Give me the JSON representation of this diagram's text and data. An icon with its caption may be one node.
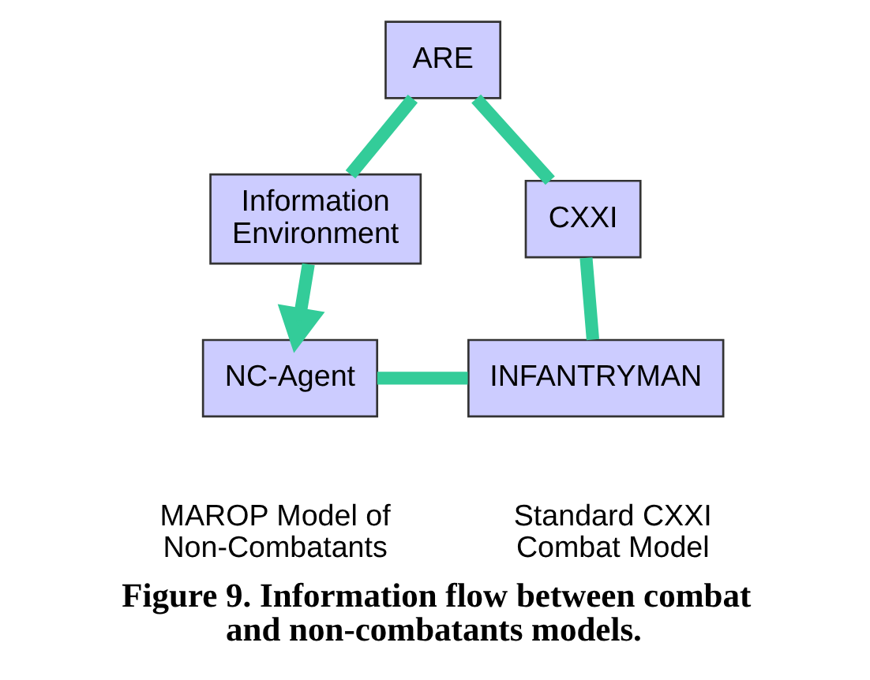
{
  "diagram": {
    "caption": "Figure 9. Information flow between combat and non-combatants models.",
    "nodes": [
      {
        "text": [
          "ARE"
        ]
      },
      {
        "text": [
          "Information Environment"
        ]
      },
      {
        "text": [
          "CXXI"
        ]
      },
      {
        "text": [
          "NC-Agent"
        ]
      },
      {
        "text": [
          "INFANTRYMAN"
        ]
      }
    ],
    "edges": [
      {
        "from": 3,
        "to": 4,
        "arrow": "none",
        "color": "#33cc99"
      },
      {
        "from": 4,
        "to": 2,
        "arrow": "none",
        "color": "#33cc99"
      },
      {
        "from": 2,
        "to": 0,
        "arrow": "none",
        "color": "#33cc99"
      },
      {
        "from": 0,
        "to": 1,
        "arrow": "none",
        "color": "#33cc99"
      },
      {
        "from": 1,
        "to": 3,
        "arrow": "to",
        "color": "#33cc99"
      }
    ],
    "labels": [
      "MAROP Model of Non-Combatants",
      "Standard CXXI Combat Model"
    ]
  }
}
